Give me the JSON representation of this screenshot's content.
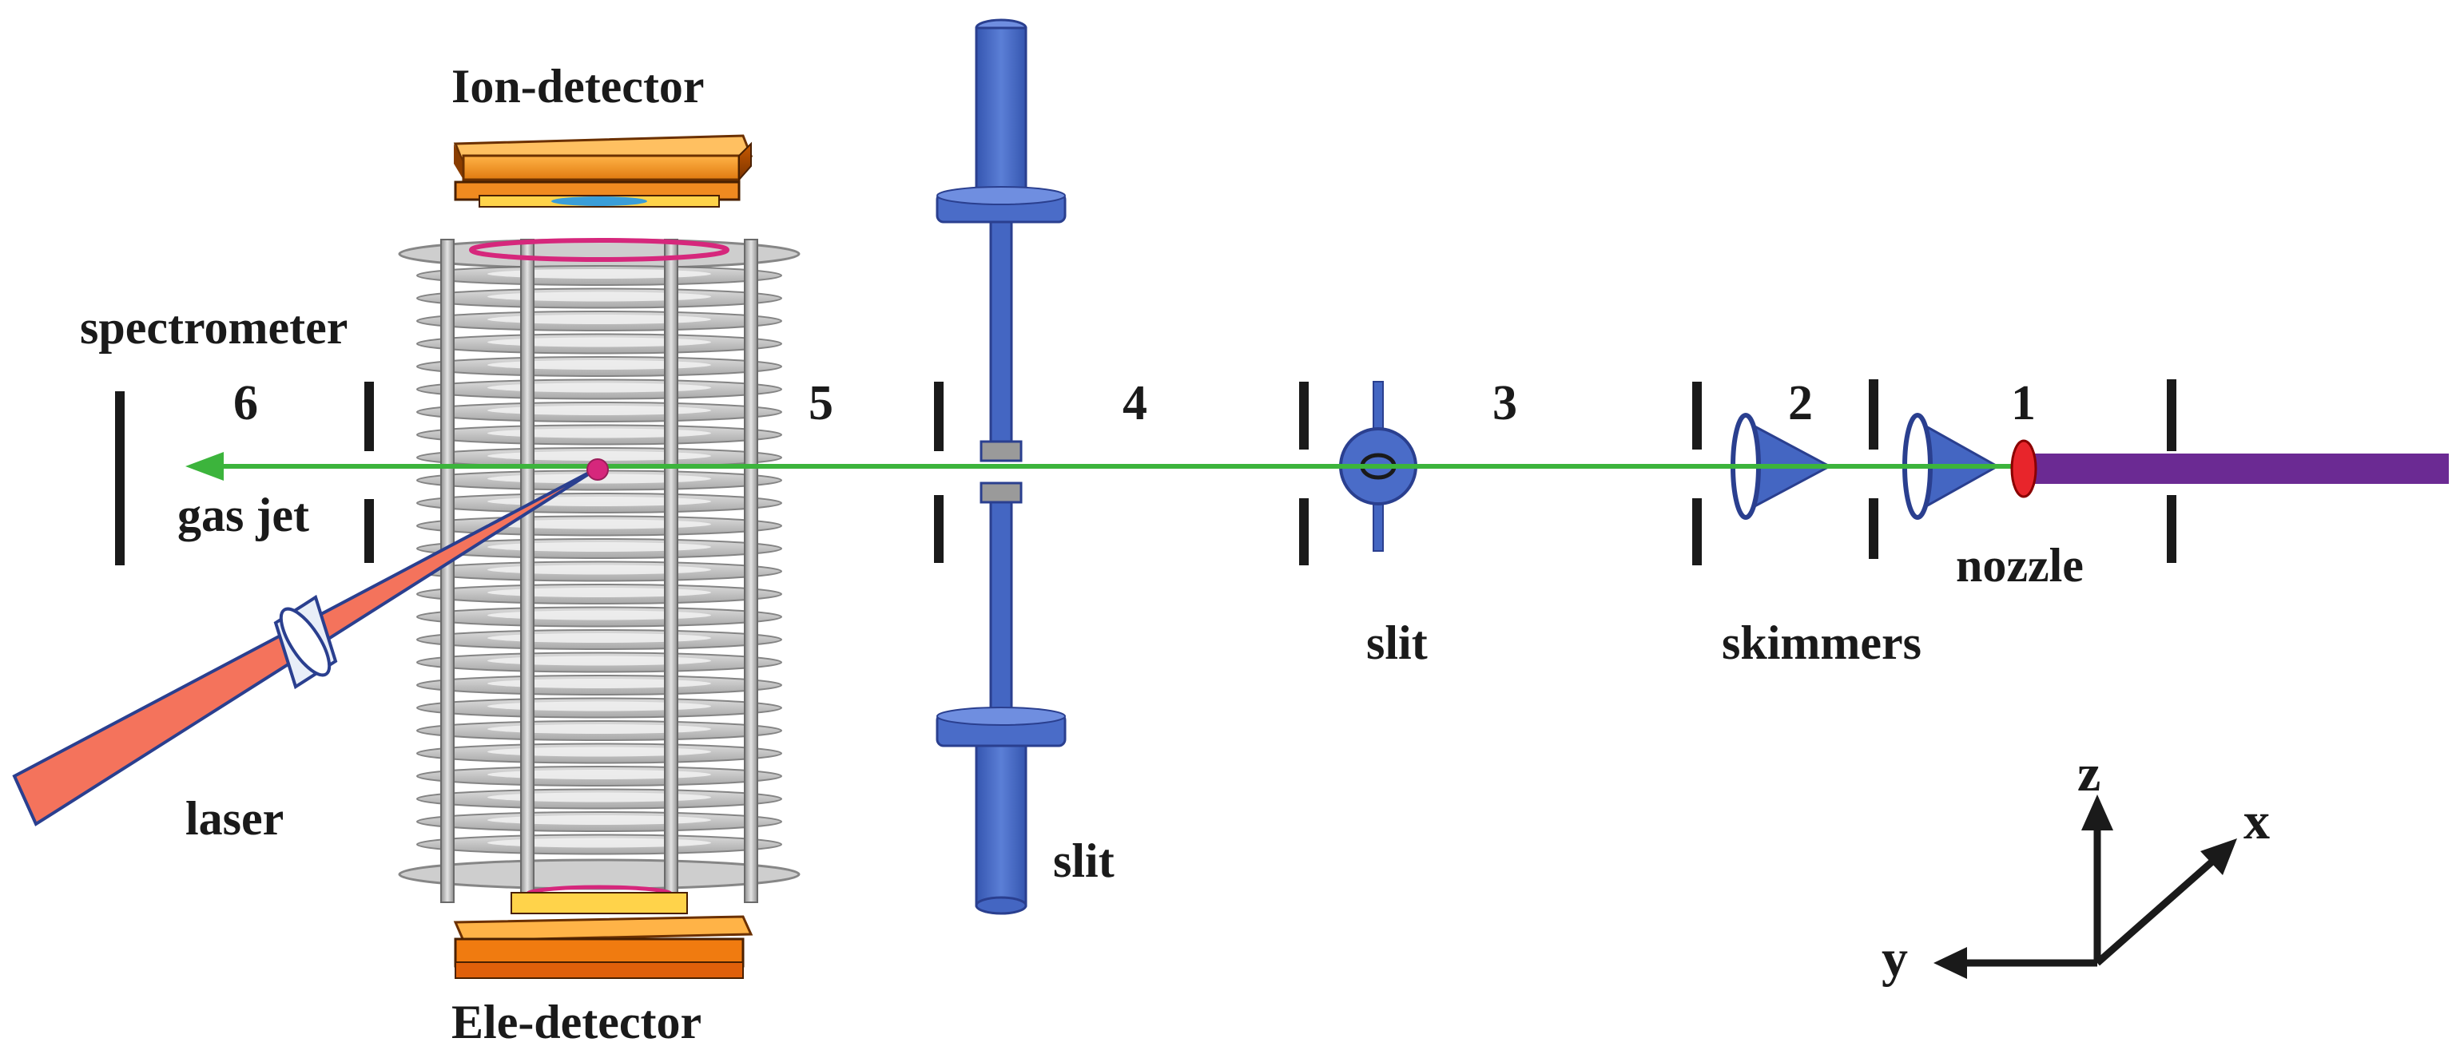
{
  "labels": {
    "ion_detector": "Ion-detector",
    "ele_detector": "Ele-detector",
    "spectrometer": "spectrometer",
    "gas_jet": "gas jet",
    "laser": "laser",
    "slit_left": "slit",
    "slit_mid": "slit",
    "skimmers": "skimmers",
    "nozzle": "nozzle"
  },
  "chambers": [
    "6",
    "5",
    "4",
    "3",
    "2",
    "1"
  ],
  "axes": {
    "z": "z",
    "x": "x",
    "y": "y"
  },
  "colors": {
    "beam": "#3cb43c",
    "component_blue": "#4466c2",
    "component_blue_dark": "#2a3f8f",
    "laser": "#f4735c",
    "nozzle_red": "#e8252b",
    "pipe_purple": "#6b2a93",
    "detector_orange": "#f5a623",
    "interaction_point": "#d6277c"
  }
}
